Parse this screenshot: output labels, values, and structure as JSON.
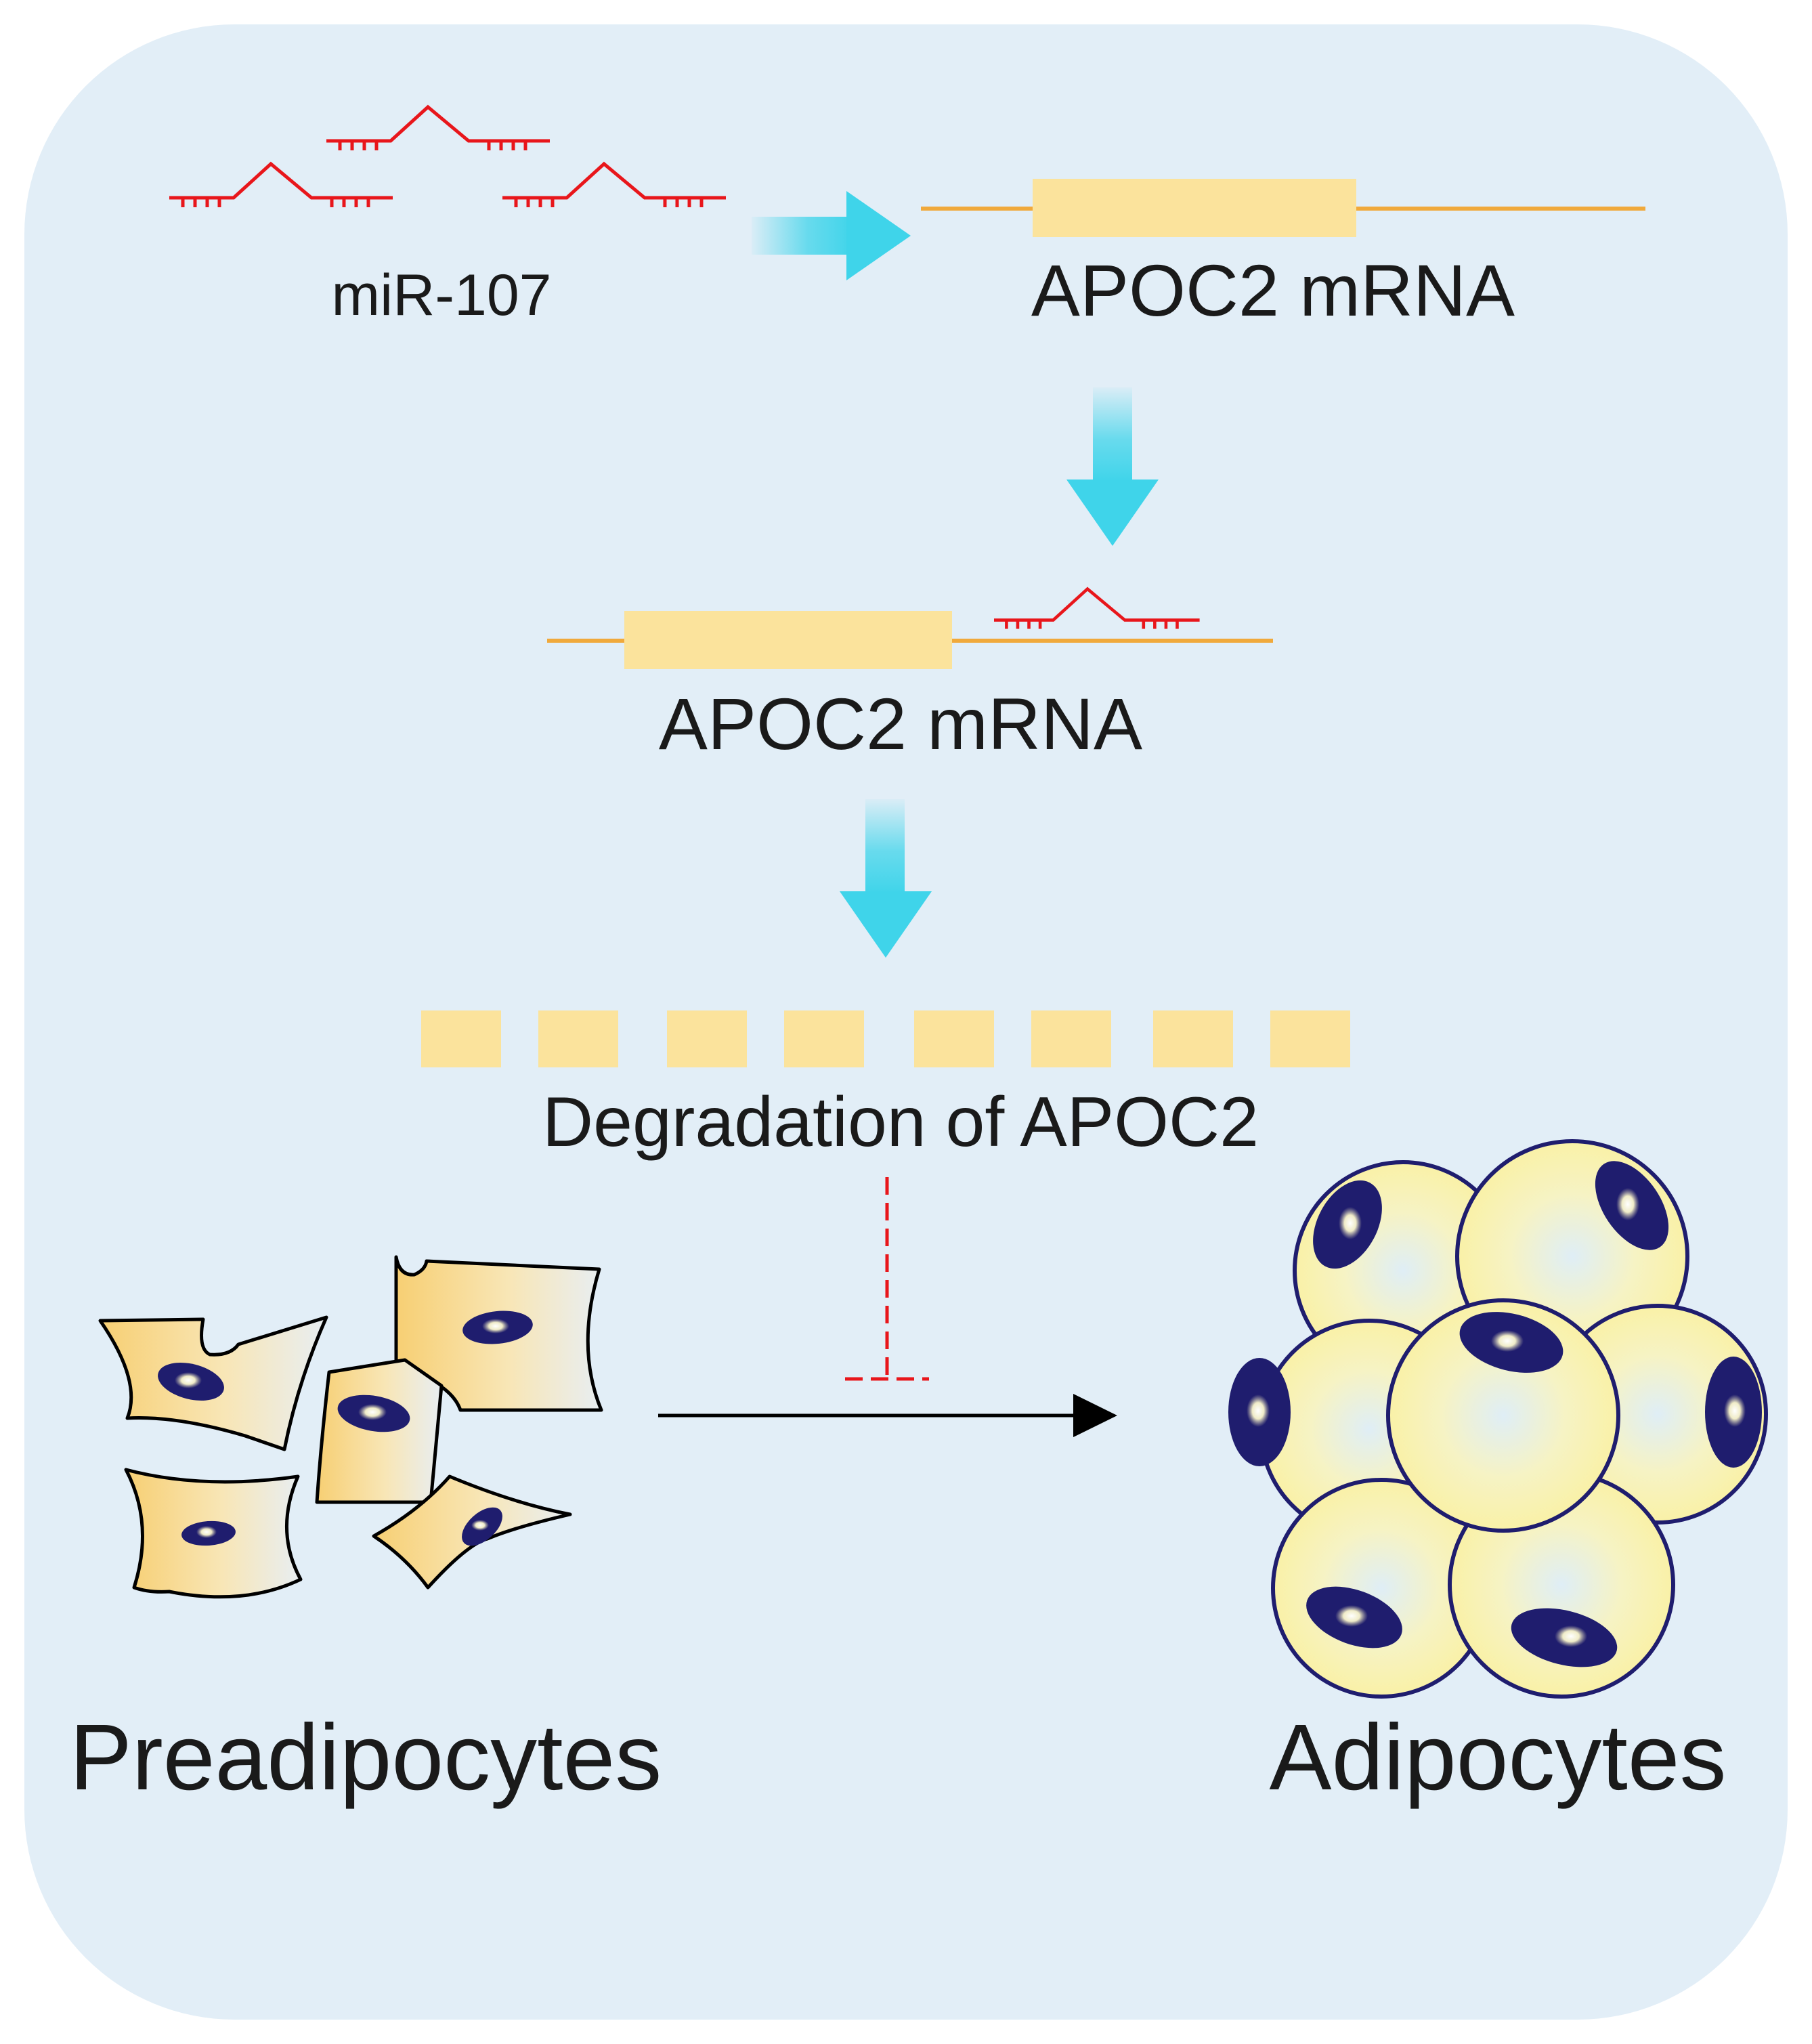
{
  "labels": {
    "mir": "miR-107",
    "mrna_top": "APOC2 mRNA",
    "mrna_bound": "APOC2 mRNA",
    "degradation": "Degradation of APOC2",
    "preadipocytes": "Preadipocytes",
    "adipocytes": "Adipocytes"
  },
  "colors": {
    "panel_background": "#e2eef7",
    "mirna_red": "#e8161b",
    "mrna_line": "#f0a93b",
    "mrna_block": "#fbe39c",
    "flow_arrow_cyan": "#3fd4ea",
    "inhibition_red": "#e8161b",
    "nucleus": "#1f1d6e",
    "adipocyte_fill": "#fbf3a6",
    "preadipocyte_fill": "#f8d98a"
  },
  "icons": {
    "mirna": "microrna-strand-icon",
    "flow_arrow": "downward-gradient-arrow-icon",
    "inhibition": "inhibition-t-bar-icon",
    "differentiation_arrow": "right-arrow-icon",
    "preadipocyte": "fibroblast-like-cell-icon",
    "adipocyte": "fat-cell-cluster-icon"
  }
}
